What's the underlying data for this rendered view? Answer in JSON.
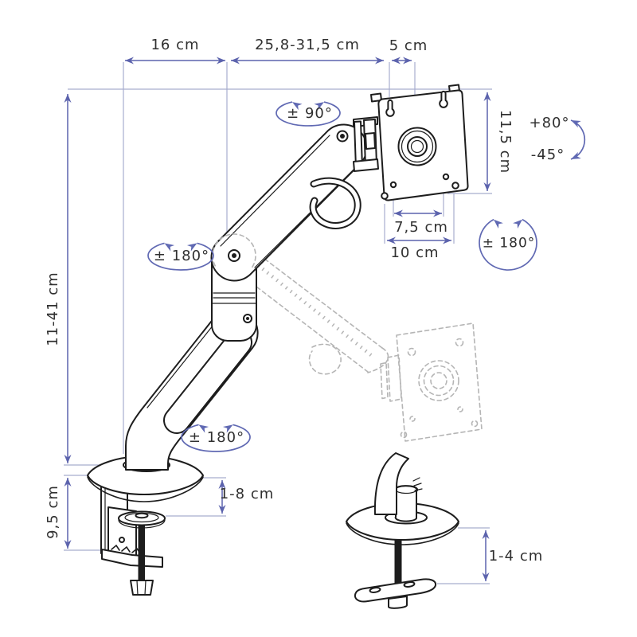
{
  "diagram": {
    "description": "Monitor arm mounting dimensions diagram",
    "dimensions": {
      "base_offset": "16 cm",
      "arm_reach": "25,8-31,5 cm",
      "head_depth": "5 cm",
      "vesa_plate_height": "11,5 cm",
      "vesa_hole_spacing": "7,5 cm",
      "vesa_plate_width": "10 cm",
      "lift_range": "11-41 cm",
      "clamp_height": "9,5 cm",
      "clamp_grip_range": "1-8 cm",
      "grommet_grip_range": "1-4 cm"
    },
    "rotations": {
      "head_swivel": "± 90°",
      "elbow_swivel": "± 180°",
      "base_swivel": "± 180°",
      "vesa_spin": "± 180°",
      "tilt_up": "+80°",
      "tilt_down": "-45°"
    }
  },
  "colors": {
    "dimension_line": "#5c63ad",
    "extension_line": "#a8adce",
    "rotation_arrow": "#6069b3",
    "line_art": "#1d1d1d",
    "ghost": "#b5b5b5",
    "label_text": "#303030",
    "background": "#ffffff"
  }
}
